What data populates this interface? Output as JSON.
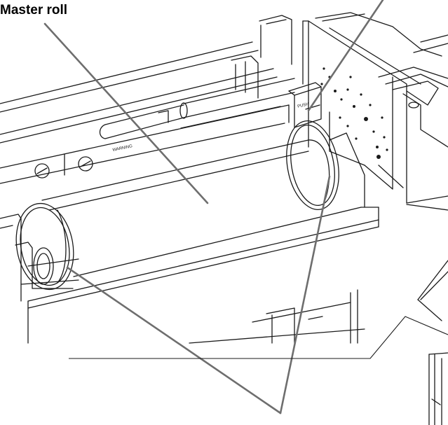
{
  "callouts": {
    "master_roll": "Master roll"
  },
  "machine_markings": {
    "warning": "WARNING",
    "push": "PUSH"
  },
  "colors": {
    "line_art": "#1a1a1a",
    "leader_line": "#6e6e6e",
    "background": "#ffffff"
  }
}
